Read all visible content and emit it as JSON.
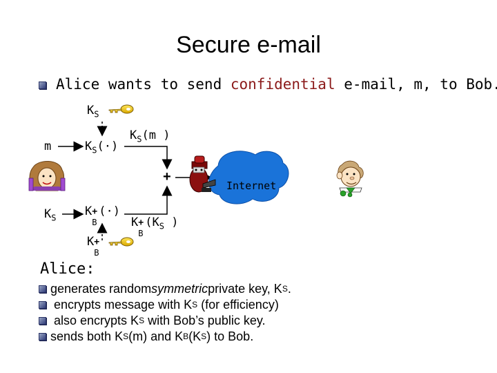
{
  "title": "Secure e-mail",
  "intro": {
    "before": "Alice wants to send ",
    "accent": "confidential",
    "after": " e-mail, m, to Bob."
  },
  "diagram": {
    "ks_top": "K",
    "ks_top_sub": "S",
    "m": "m",
    "ks_box_k": "K",
    "ks_box_sub": "S",
    "ks_box_arg": "(·)",
    "ksm_k": "K",
    "ksm_sub": "S",
    "ksm_arg": "(m )",
    "plus": "+",
    "internet": "Internet",
    "ks_left_k": "K",
    "ks_left_sub": "S",
    "kb_box_k": "K",
    "kb_box_sup": "+",
    "kb_box_sub": "B",
    "kb_box_arg": "(·)",
    "kbks_k": "K",
    "kbks_sup": "+",
    "kbks_sub": "B",
    "kbks_open": "(K",
    "kbks_inner_sub": "S",
    "kbks_close": " )",
    "kb_bottom_k": "K",
    "kb_bottom_sup": "+",
    "kb_bottom_sub": "B"
  },
  "alice": {
    "heading": "Alice:",
    "steps": [
      {
        "pre": "generates random ",
        "em": "symmetric",
        "post": " private key, K",
        "sub": "S",
        "tail": "."
      },
      {
        "pre": " encrypts message with K",
        "sub": "S",
        "tail": " (for efficiency)"
      },
      {
        "pre": " also encrypts K",
        "sub": "S",
        "tail": " with Bob’s public key."
      },
      {
        "pre": "sends both K",
        "sub": "S",
        "tail": "(m) and K",
        "sub2": "B",
        "tail2": "(K",
        "sub3": "S",
        "tail3": ") to Bob."
      }
    ]
  },
  "colors": {
    "accent": "#8b1a1a",
    "cloud": "#1a73d9",
    "bullet": "#2f3b78",
    "key": "#f2c200"
  },
  "icons": [
    "bullet-box",
    "key-icon",
    "alice-icon",
    "bob-icon",
    "intruder-icon",
    "internet-cloud-icon"
  ]
}
